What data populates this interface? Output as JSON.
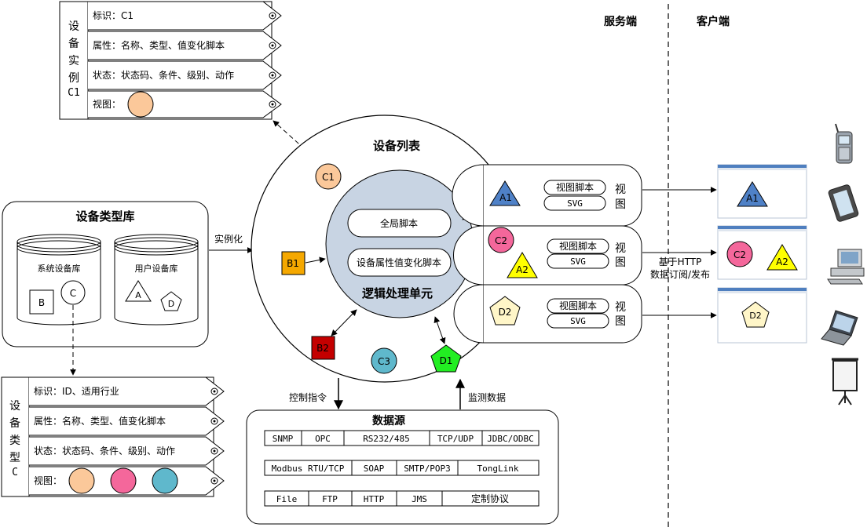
{
  "zones": {
    "server": "服务端",
    "client": "客户端"
  },
  "instance_card": {
    "title_chars": [
      "设",
      "备",
      "实",
      "例",
      "C1"
    ],
    "rows": [
      {
        "label": "标识：C1"
      },
      {
        "label": "属性：名称、类型、值变化脚本"
      },
      {
        "label": "状态：状态码、条件、级别、动作"
      },
      {
        "label": "视图："
      }
    ],
    "view_colors": [
      "#fbc89a"
    ]
  },
  "type_card": {
    "title_chars": [
      "设",
      "备",
      "类",
      "型",
      "C"
    ],
    "rows": [
      {
        "label": "标识：ID、适用行业"
      },
      {
        "label": "属性：名称、类型、值变化脚本"
      },
      {
        "label": "状态：状态码、条件、级别、动作"
      },
      {
        "label": "视图："
      }
    ],
    "view_colors": [
      "#fbc89a",
      "#f4679b",
      "#5fb8cc"
    ]
  },
  "library": {
    "title": "设备类型库",
    "system_db": {
      "label": "系统设备库",
      "items": [
        "B",
        "C"
      ]
    },
    "user_db": {
      "label": "用户设备库",
      "items": [
        "A",
        "D"
      ]
    },
    "instantiate_label": "实例化"
  },
  "device_list": {
    "title": "设备列表",
    "logic_unit": {
      "label": "逻辑处理单元",
      "global_script": "全局脚本",
      "value_script": "设备属性值变化脚本"
    },
    "devices": [
      {
        "id": "C1",
        "shape": "circle",
        "color": "#fbc89a"
      },
      {
        "id": "B1",
        "shape": "square",
        "color": "#f5a800"
      },
      {
        "id": "B2",
        "shape": "square",
        "color": "#c40000"
      },
      {
        "id": "C3",
        "shape": "circle",
        "color": "#5fb8cc"
      },
      {
        "id": "D1",
        "shape": "pentagon",
        "color": "#22ee22"
      },
      {
        "id": "A1",
        "shape": "triangle",
        "color": "#4f81c7"
      },
      {
        "id": "C2",
        "shape": "circle",
        "color": "#f4679b"
      },
      {
        "id": "A2",
        "shape": "triangle",
        "color": "#ffff00"
      },
      {
        "id": "D2",
        "shape": "pentagon",
        "color": "#fff6c8"
      }
    ]
  },
  "view_panels": [
    {
      "script": "视图脚本",
      "svg": "SVG",
      "view_label": [
        "视",
        "图"
      ]
    },
    {
      "script": "视图脚本",
      "svg": "SVG",
      "view_label": [
        "视",
        "图"
      ]
    },
    {
      "script": "视图脚本",
      "svg": "SVG",
      "view_label": [
        "视",
        "图"
      ]
    }
  ],
  "publish_label": [
    "基于HTTP",
    "数据订阅/发布"
  ],
  "client_windows": [
    {
      "items": [
        "A1"
      ]
    },
    {
      "items": [
        "C2",
        "A2"
      ]
    },
    {
      "items": [
        "D2"
      ]
    }
  ],
  "client_devices": [
    "phone-icon",
    "tablet-icon",
    "desktop-icon",
    "laptop-icon",
    "projector-icon"
  ],
  "datasource": {
    "title": "数据源",
    "control_label": "控制指令",
    "monitor_label": "监测数据",
    "rows": [
      [
        "SNMP",
        "OPC",
        "RS232/485",
        "TCP/UDP",
        "JDBC/ODBC"
      ],
      [
        "Modbus RTU/TCP",
        "SOAP",
        "SMTP/POP3",
        "TongLink"
      ],
      [
        "File",
        "FTP",
        "HTTP",
        "JMS",
        "定制协议"
      ]
    ]
  }
}
